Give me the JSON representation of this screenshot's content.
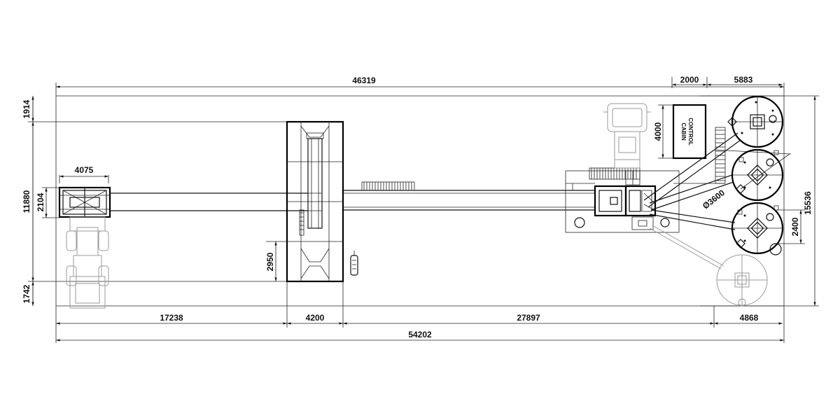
{
  "dimensions": {
    "top_overall": "46319",
    "top_cabin_width": "2000",
    "top_right_width": "5883",
    "left_top": "1914",
    "left_middle": "11880",
    "left_bottom": "1742",
    "left_hopper_height": "2104",
    "hopper_width": "4075",
    "mixer_offset": "2950",
    "cabin_height": "4000",
    "silo_diameter": "Ø3600",
    "silo_offset": "2400",
    "right_overall": "15536",
    "bottom_left": "17238",
    "bottom_mixer": "4200",
    "bottom_middle": "27897",
    "bottom_right": "4868",
    "bottom_overall": "54202"
  },
  "labels": {
    "control_cabin": [
      "CONTROL",
      "CABIN"
    ]
  }
}
